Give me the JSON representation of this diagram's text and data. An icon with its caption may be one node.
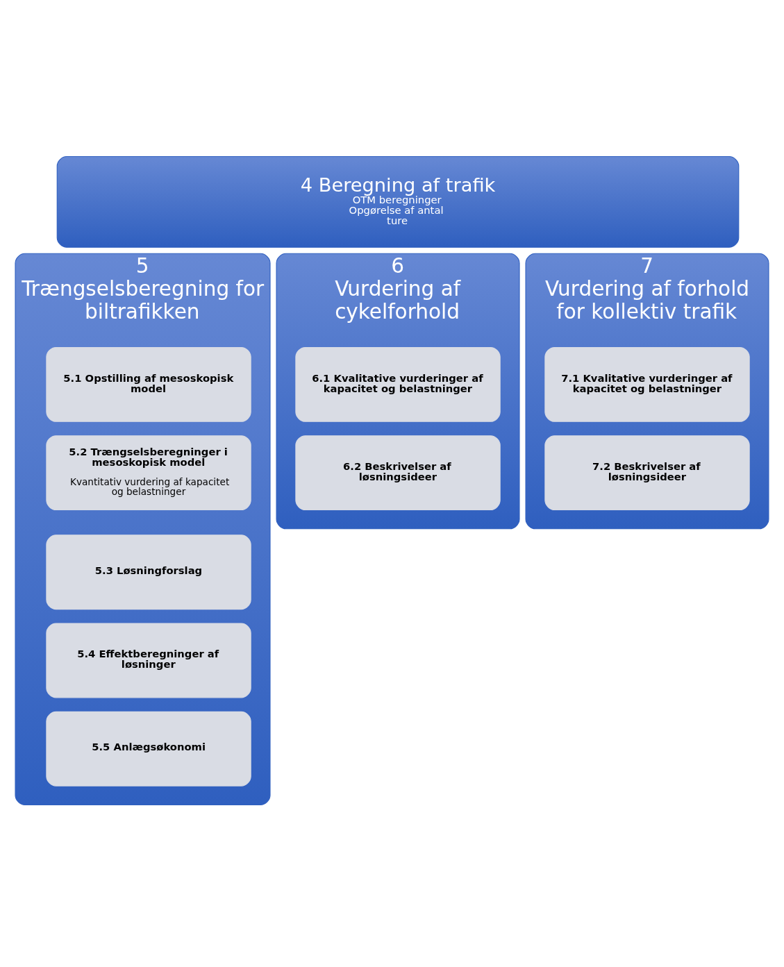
{
  "diagram": {
    "nodes": [
      {
        "text": [
          "4 Beregning af trafik",
          "OTM beregninger",
          "Opgørelse af antal ture"
        ]
      },
      {
        "text": [
          "5",
          "Trængselsberegning for biltrafikken"
        ]
      },
      {
        "text": [
          "5.1 Opstilling af mesoskopisk model"
        ],
        "in": 1
      },
      {
        "text": [
          "5.2 Trængselsberegninger i mesoskopisk model",
          "Kvantitativ vurdering af kapacitet og belastninger"
        ],
        "in": 1
      },
      {
        "text": [
          "5.3 Løsningforslag"
        ],
        "in": 1
      },
      {
        "text": [
          "5.4 Effektberegninger af løsninger"
        ],
        "in": 1
      },
      {
        "text": [
          "5.5 Anlægsøkonomi"
        ],
        "in": 1
      },
      {
        "text": [
          "6",
          "Vurdering af cykelforhold"
        ]
      },
      {
        "text": [
          "6.1 Kvalitative vurderinger af kapacitet og belastninger"
        ],
        "in": 7
      },
      {
        "text": [
          "6.2 Beskrivelser af løsningsideer"
        ],
        "in": 7
      },
      {
        "text": [
          "7",
          "Vurdering af forhold for kollektiv trafik"
        ]
      },
      {
        "text": [
          "7.1 Kvalitative vurderinger af kapacitet og belastninger"
        ],
        "in": 10
      },
      {
        "text": [
          "7.2 Beskrivelser af løsningsideer"
        ],
        "in": 10
      }
    ],
    "edges": []
  }
}
